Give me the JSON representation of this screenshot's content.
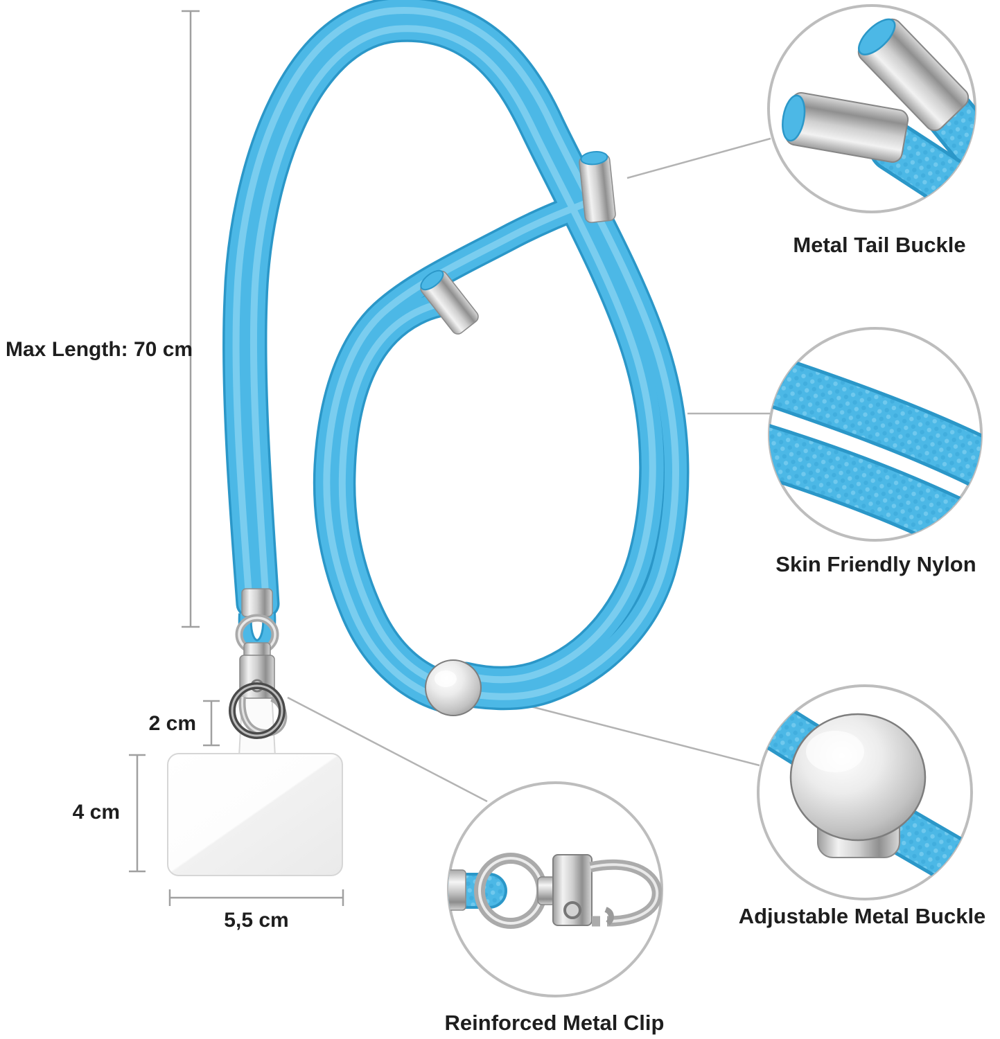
{
  "labels": {
    "max_length": "Max Length: 70 cm",
    "tab_height": "2 cm",
    "card_height": "4 cm",
    "card_width": "5,5 cm"
  },
  "callouts": {
    "tail_buckle": "Metal Tail Buckle",
    "nylon": "Skin Friendly Nylon",
    "adjustable_buckle": "Adjustable Metal Buckle",
    "metal_clip": "Reinforced Metal Clip"
  },
  "colors": {
    "cord_blue": "#4cb8e6",
    "cord_blue_dark": "#2b97c8",
    "cord_blue_light": "#7fd0f0",
    "metal_silver": "#c9c9c9",
    "annotation_line": "#a8a8a8",
    "text": "#1e1e1e",
    "circle_border": "#bdbdbd"
  }
}
